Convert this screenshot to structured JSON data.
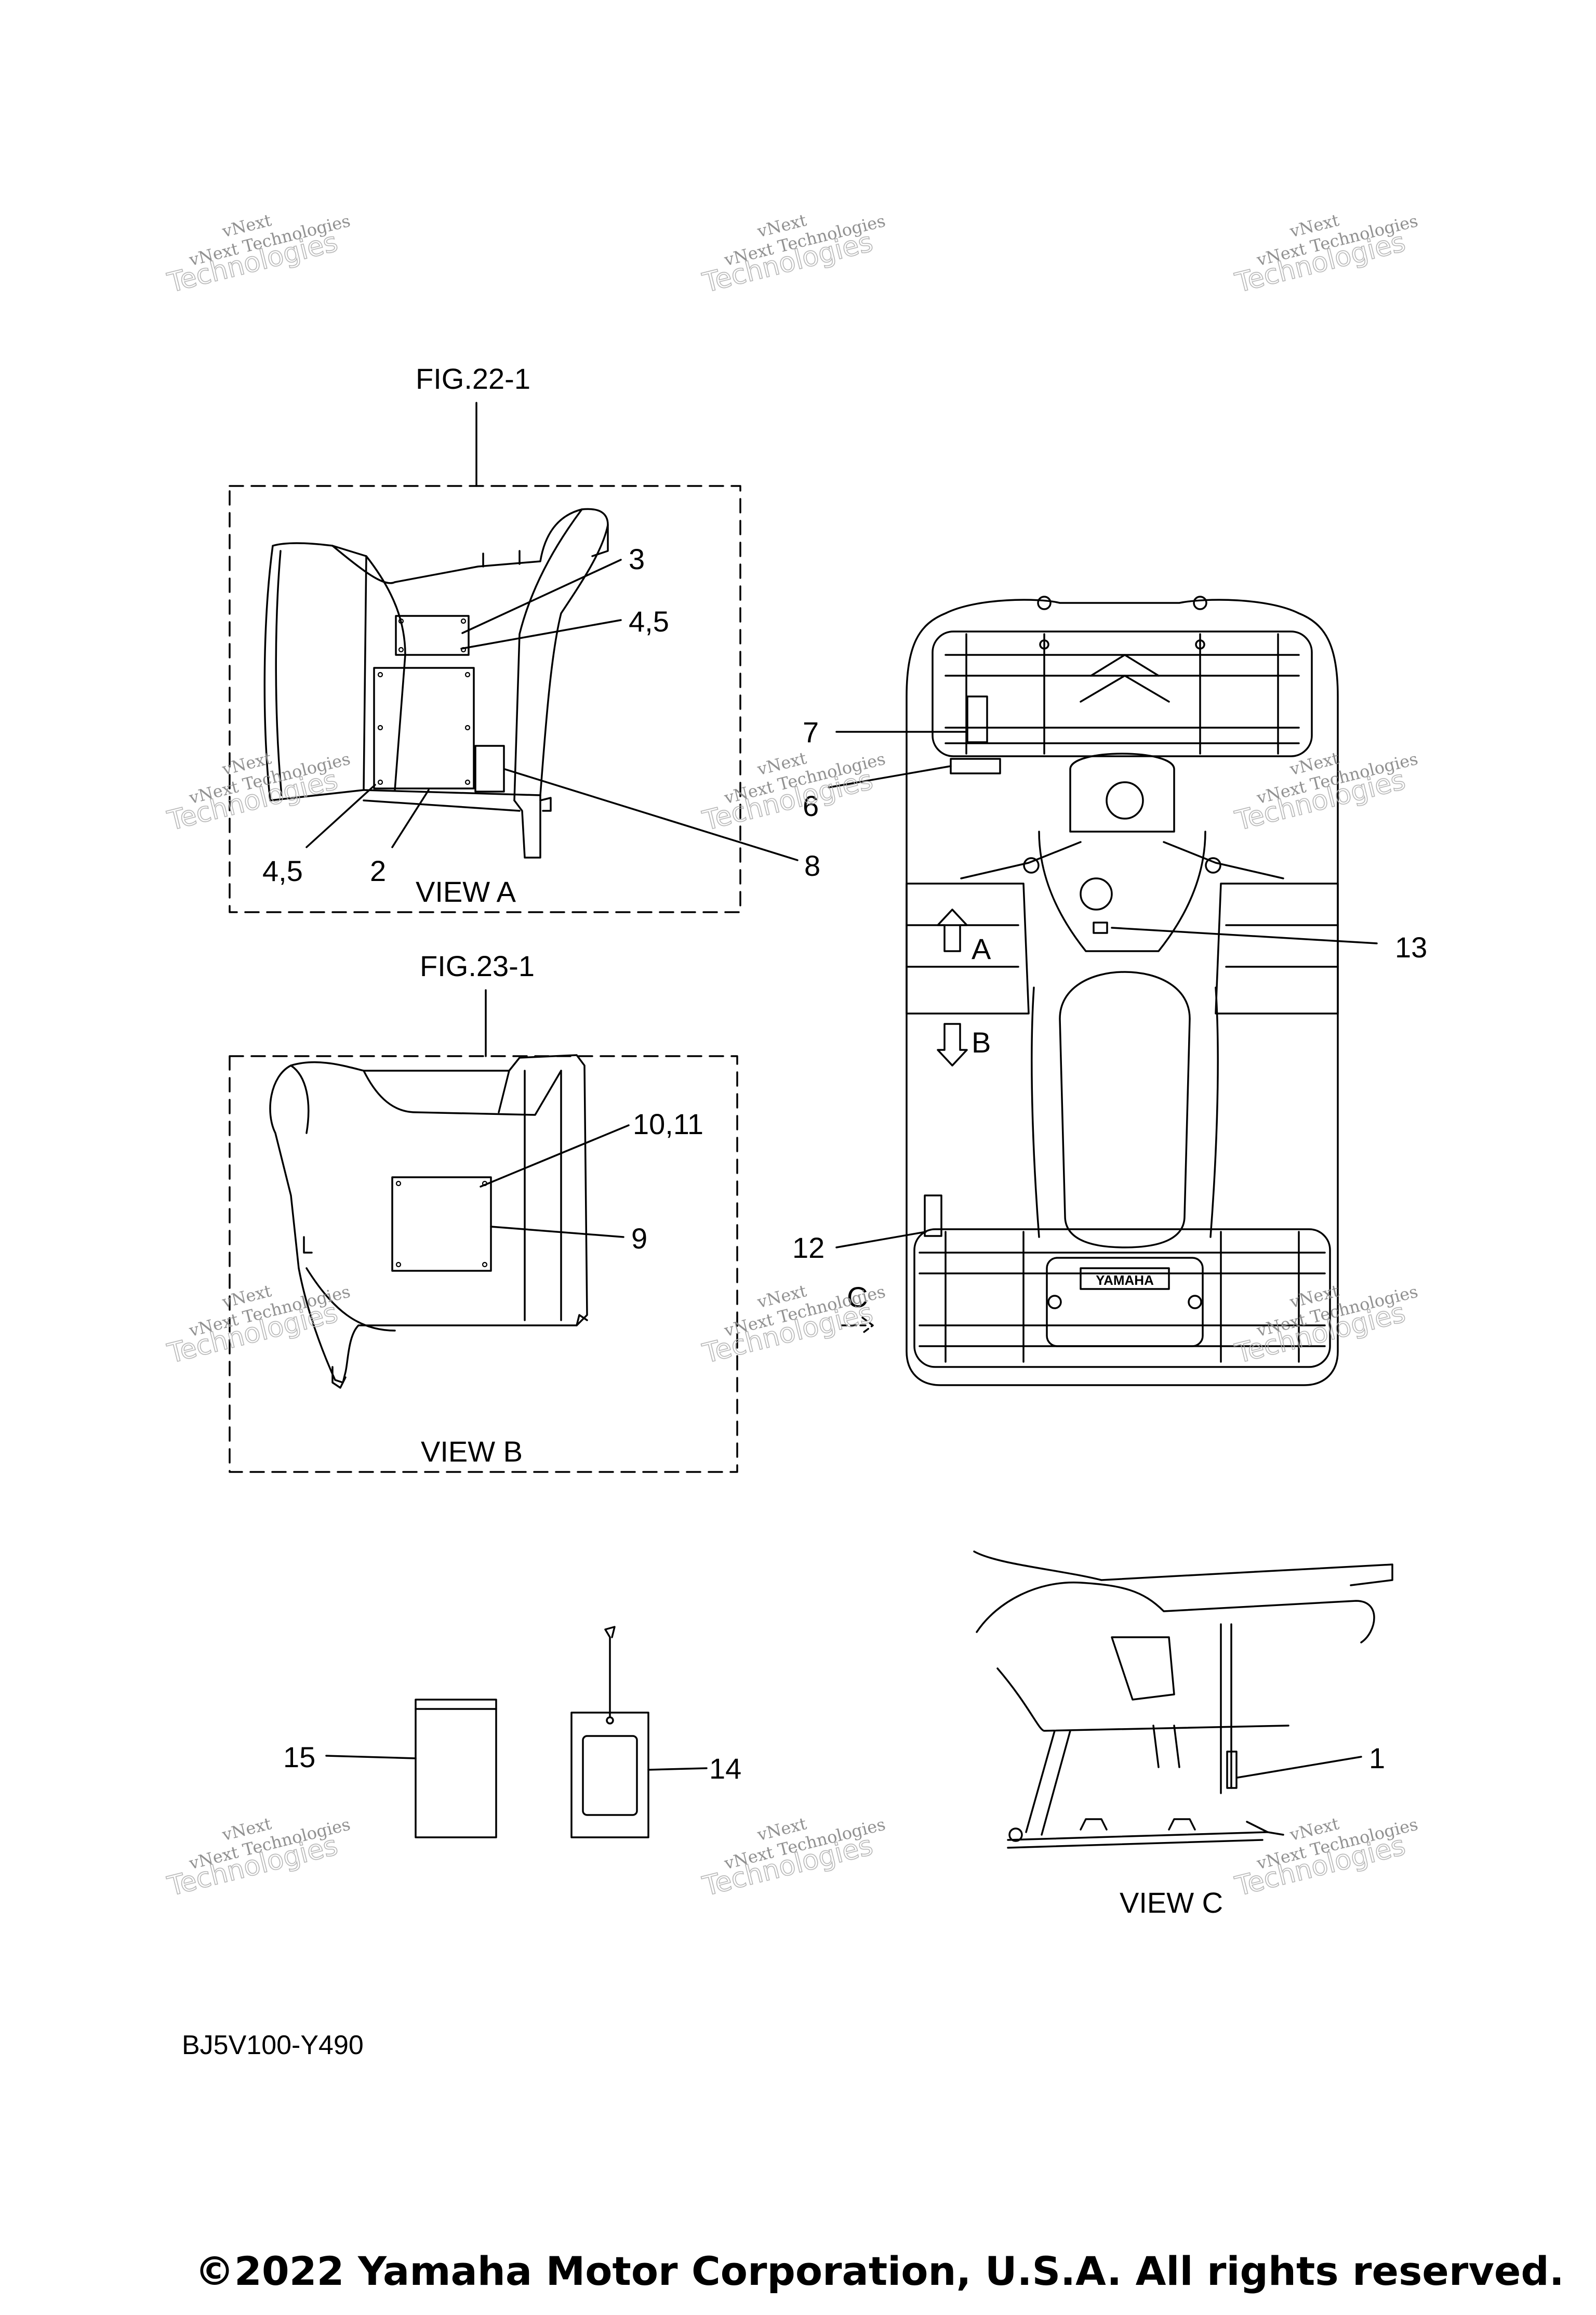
{
  "figure_refs": {
    "fig_22": "FIG.22-1",
    "fig_23": "FIG.23-1"
  },
  "views": {
    "view_a": "VIEW A",
    "view_b": "VIEW B",
    "view_c": "VIEW C"
  },
  "direction_markers": {
    "a": "A",
    "b": "B",
    "c": "C"
  },
  "callouts": {
    "c1": "1",
    "c2": "2",
    "c3": "3",
    "c45_top": "4,5",
    "c45_bottom": "4,5",
    "c6": "6",
    "c7": "7",
    "c8": "8",
    "c9": "9",
    "c1011": "10,11",
    "c12": "12",
    "c13": "13",
    "c14": "14",
    "c15": "15"
  },
  "logo_text": "YAMAHA",
  "watermark": {
    "line1": "vNext Technologies",
    "line2": "vNext",
    "line3": "Technologies"
  },
  "part_code": "BJ5V100-Y490",
  "copyright": "©2022 Yamaha Motor Corporation, U.S.A. All rights reserved.",
  "colors": {
    "line": "#000000",
    "watermark": "#9a9a9a",
    "background": "#ffffff"
  }
}
